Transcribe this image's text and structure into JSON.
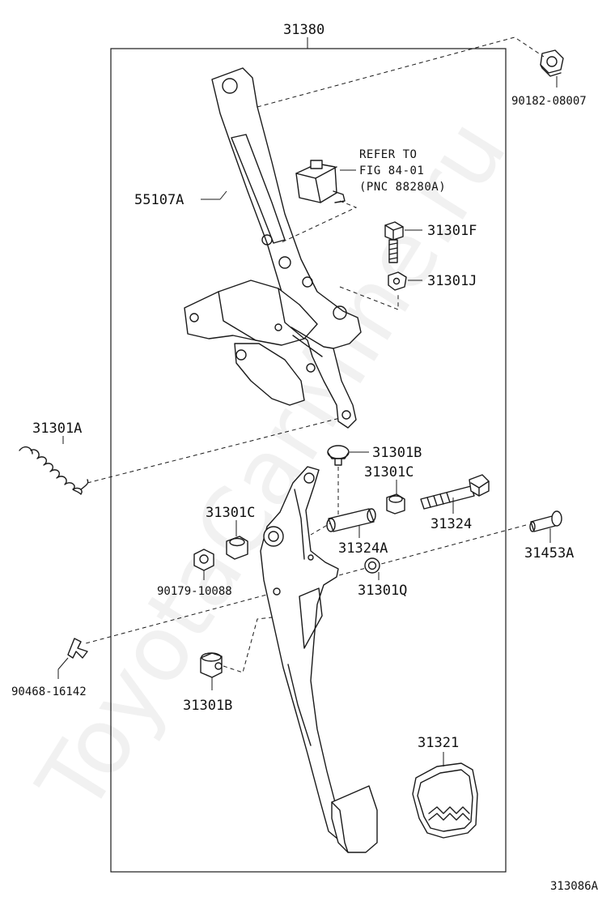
{
  "diagram": {
    "watermark": "ToyotaCarMine.ru",
    "figure_code": "313086A",
    "assembly": "31380",
    "reference_note": {
      "line1": "REFER TO",
      "line2": "FIG 84-01",
      "line3": "(PNC 88280A)"
    },
    "parts": {
      "p90182_08007": "90182-08007",
      "p55107A": "55107A",
      "p31301F": "31301F",
      "p31301J": "31301J",
      "p31301A": "31301A",
      "p31301B_top": "31301B",
      "p31301C_right": "31301C",
      "p31324": "31324",
      "p31301C_left": "31301C",
      "p31324A": "31324A",
      "p31453A": "31453A",
      "p90179_10088": "90179-10088",
      "p31301Q": "31301Q",
      "p90468_16142": "90468-16142",
      "p31301B_bottom": "31301B",
      "p31321": "31321"
    }
  }
}
